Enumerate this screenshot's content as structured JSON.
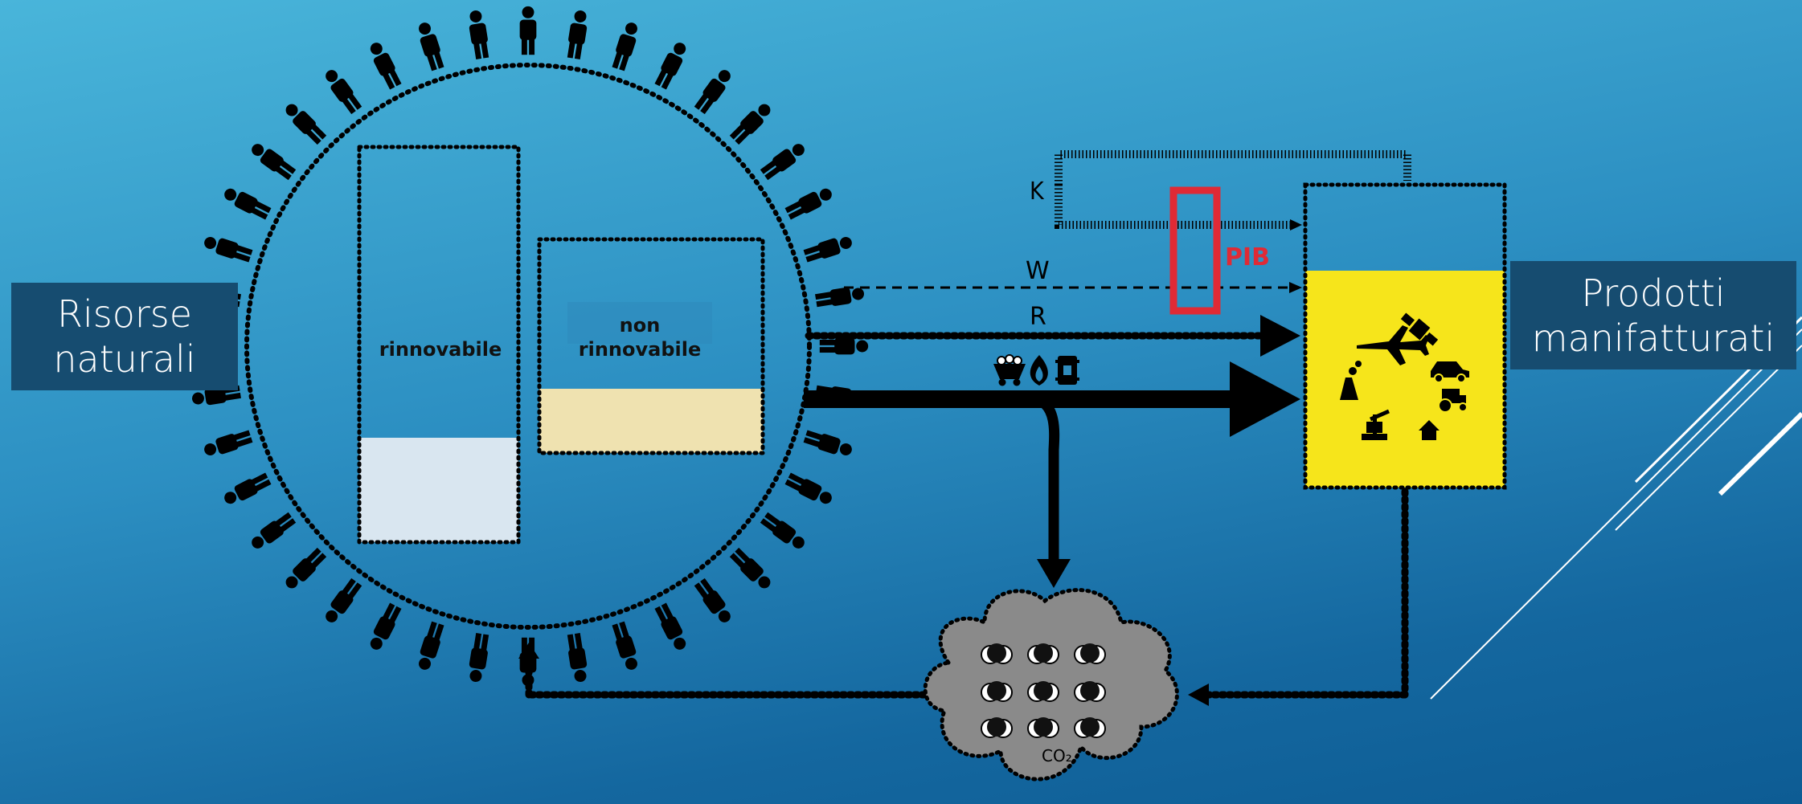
{
  "side_labels": {
    "left_line1": "Risorse",
    "left_line2": "naturali",
    "right_line1": "Prodotti",
    "right_line2": "manifatturati"
  },
  "boxes": {
    "renewable": "rinnovabile",
    "non_renewable_line1": "non",
    "non_renewable_line2": "rinnovabile"
  },
  "flows": {
    "k": "K",
    "w": "W",
    "r": "R",
    "gdp": "PIB",
    "co2": "CO₂"
  },
  "colors": {
    "manufactured_fill": "#f6e51b",
    "renewable_fill": "#d9e6f0",
    "non_renewable_fill": "#efe2b0",
    "gdp_red": "#e02a35",
    "cloud_gray": "#8a8a8a",
    "label_bg": "#164c70"
  },
  "icons": [
    "person-icon",
    "mine-cart-icon",
    "gas-flame-icon",
    "oil-barrel-icon",
    "airplane-icon",
    "satellite-icon",
    "factory-icon",
    "car-icon",
    "tractor-icon",
    "oil-pump-icon",
    "house-icon",
    "co2-molecule-icon"
  ]
}
